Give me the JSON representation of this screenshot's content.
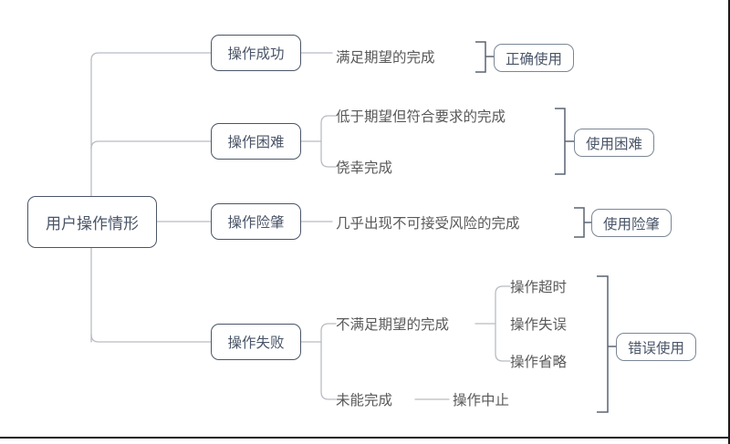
{
  "diagram": {
    "title": "用户操作情形",
    "type": "mind-map",
    "colors": {
      "node_border_primary": "#4a5568",
      "node_border_secondary": "#7b8794",
      "connector": "#b8bcc2",
      "bracket": "#5a6472",
      "text": "#4a5568",
      "leaf_text": "#595959",
      "background": "#ffffff",
      "page_edge": "#1a1a1a"
    },
    "root": {
      "label": "用户操作情形"
    },
    "branches": [
      {
        "label": "操作成功",
        "details": [
          "满足期望的完成"
        ],
        "outcome": "正确使用"
      },
      {
        "label": "操作困难",
        "details": [
          "低于期望但符合要求的完成",
          "侥幸完成"
        ],
        "outcome": "使用困难"
      },
      {
        "label": "操作险肇",
        "details": [
          "几乎出现不可接受风险的完成"
        ],
        "outcome": "使用险肇"
      },
      {
        "label": "操作失败",
        "details": [
          "不满足期望的完成",
          "未能完成"
        ],
        "subdetails": {
          "不满足期望的完成": [
            "操作超时",
            "操作失误",
            "操作省略"
          ],
          "未能完成": [
            "操作中止"
          ]
        },
        "outcome": "错误使用"
      }
    ],
    "nodes": {
      "root": "用户操作情形",
      "b1": "操作成功",
      "b2": "操作困难",
      "b3": "操作险肇",
      "b4": "操作失败",
      "d1_1": "满足期望的完成",
      "d2_1": "低于期望但符合要求的完成",
      "d2_2": "侥幸完成",
      "d3_1": "几乎出现不可接受风险的完成",
      "d4_1": "不满足期望的完成",
      "d4_2": "未能完成",
      "s4_1_1": "操作超时",
      "s4_1_2": "操作失误",
      "s4_1_3": "操作省略",
      "s4_2_1": "操作中止",
      "o1": "正确使用",
      "o2": "使用困难",
      "o3": "使用险肇",
      "o4": "错误使用"
    }
  }
}
